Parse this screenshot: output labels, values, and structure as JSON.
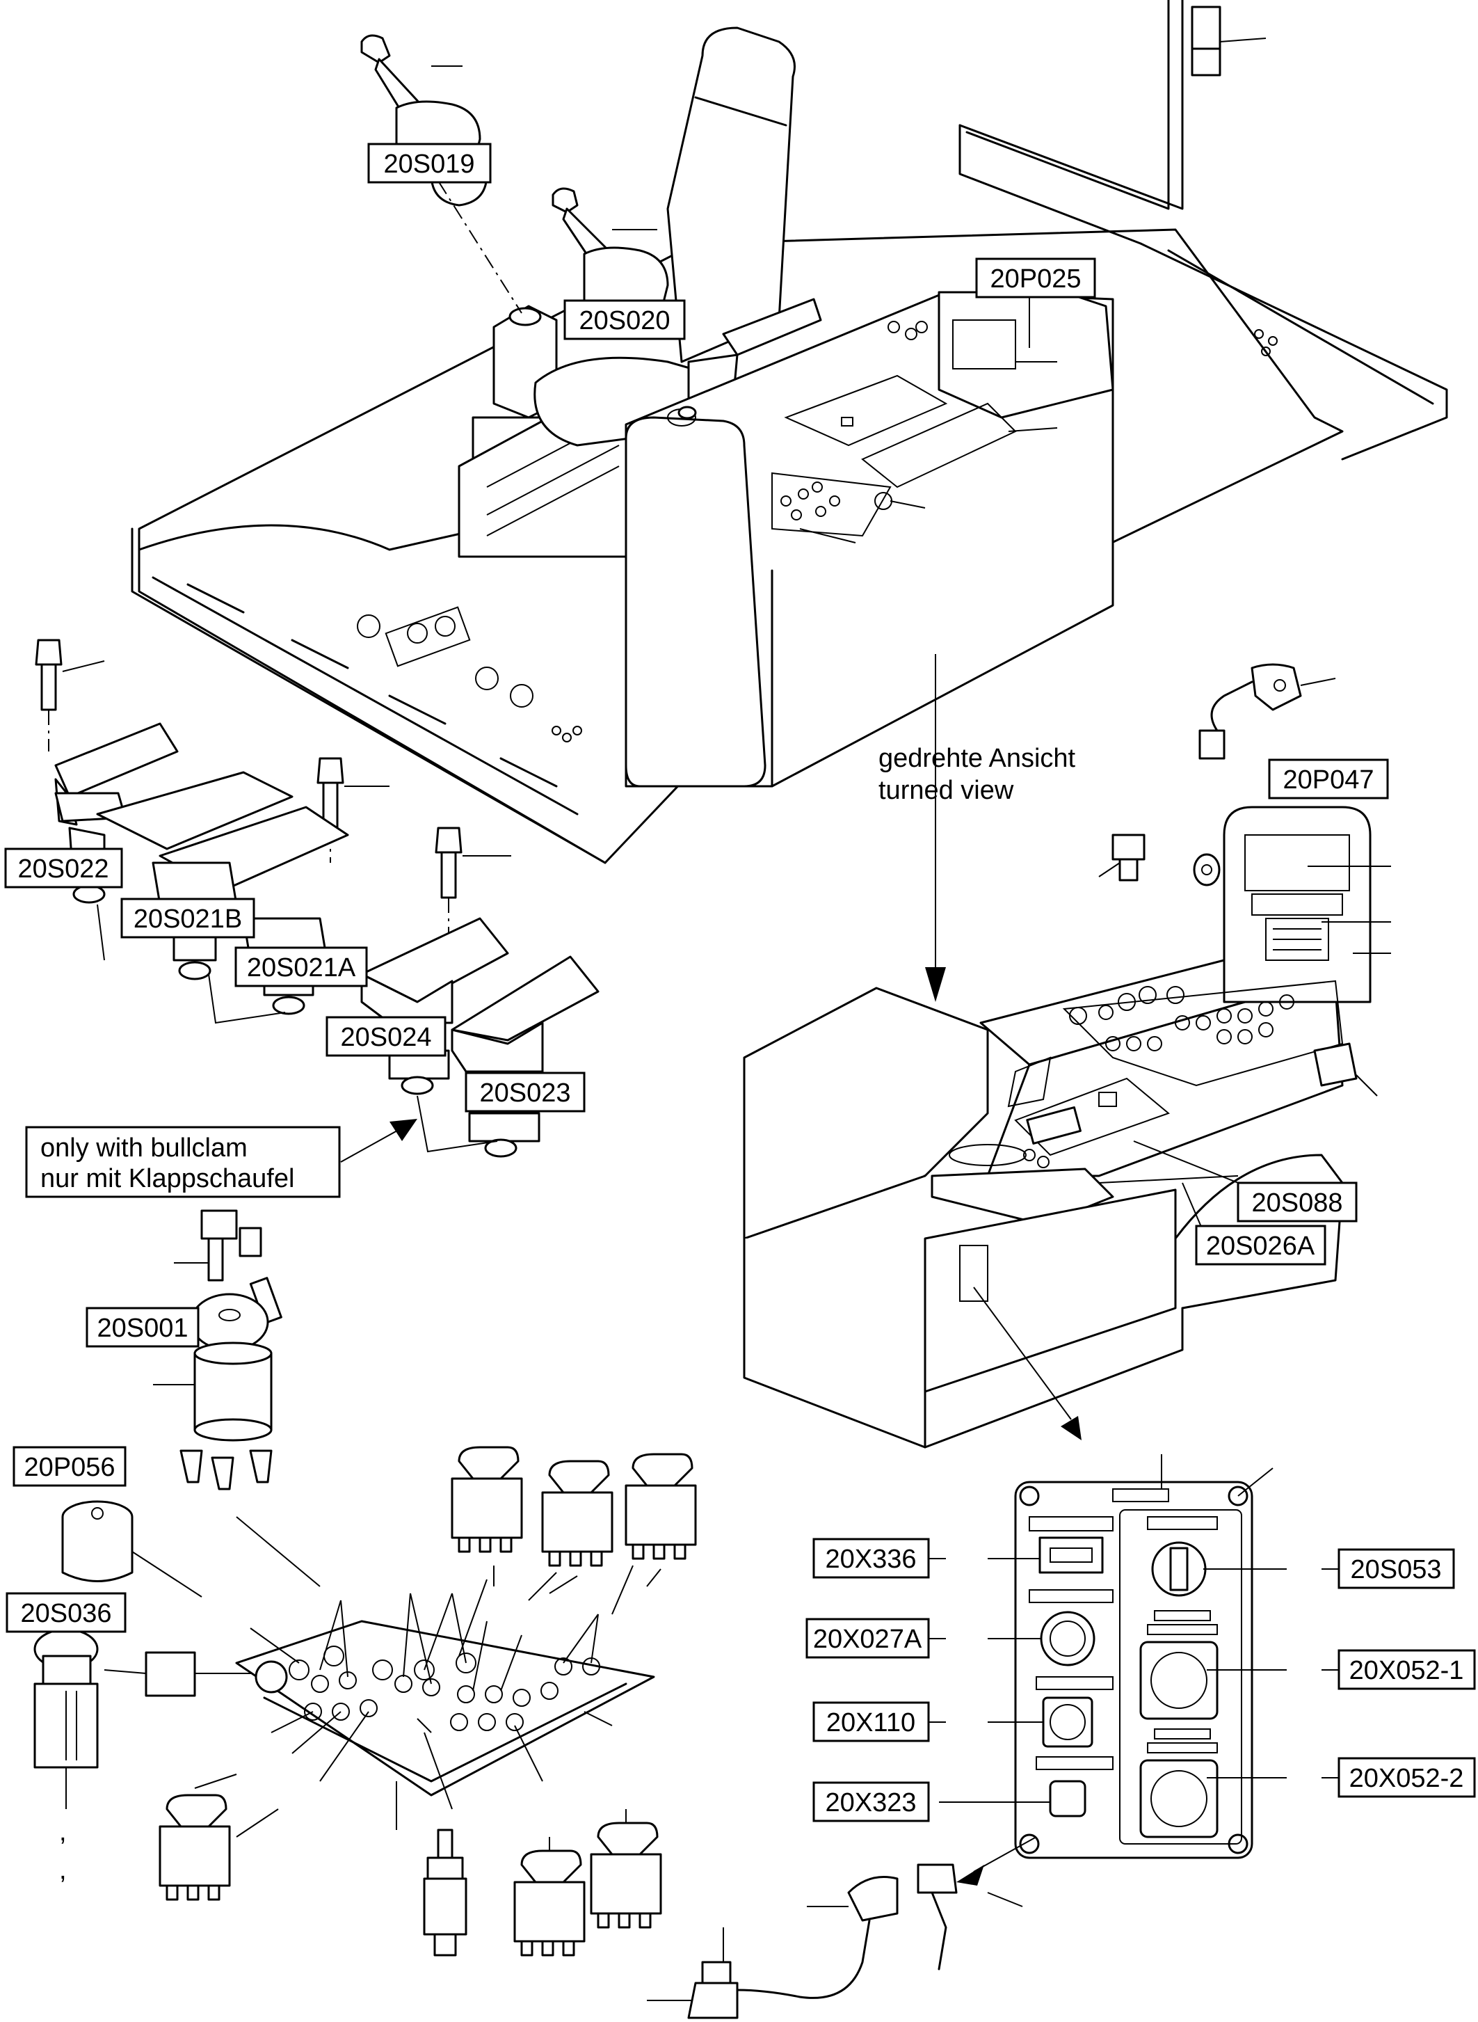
{
  "labels": {
    "s019": "20S019",
    "s020": "20S020",
    "p025": "20P025",
    "s022": "20S022",
    "s021b": "20S021B",
    "s021a": "20S021A",
    "s024": "20S024",
    "s023": "20S023",
    "p047": "20P047",
    "s088": "20S088",
    "s026a": "20S026A",
    "s001": "20S001",
    "p056": "20P056",
    "s036": "20S036",
    "x336": "20X336",
    "x027a": "20X027A",
    "x110": "20X110",
    "x323": "20X323",
    "s053": "20S053",
    "x052_1": "20X052-1",
    "x052_2": "20X052-2"
  },
  "captions": {
    "turned_view_de": "gedrehte Ansicht",
    "turned_view_en": "turned view",
    "bullclam_en": "only with bullclam",
    "bullclam_de": "nur mit Klappschaufel"
  },
  "stray_marks": {
    "comma_1": ",",
    "comma_2": ","
  }
}
